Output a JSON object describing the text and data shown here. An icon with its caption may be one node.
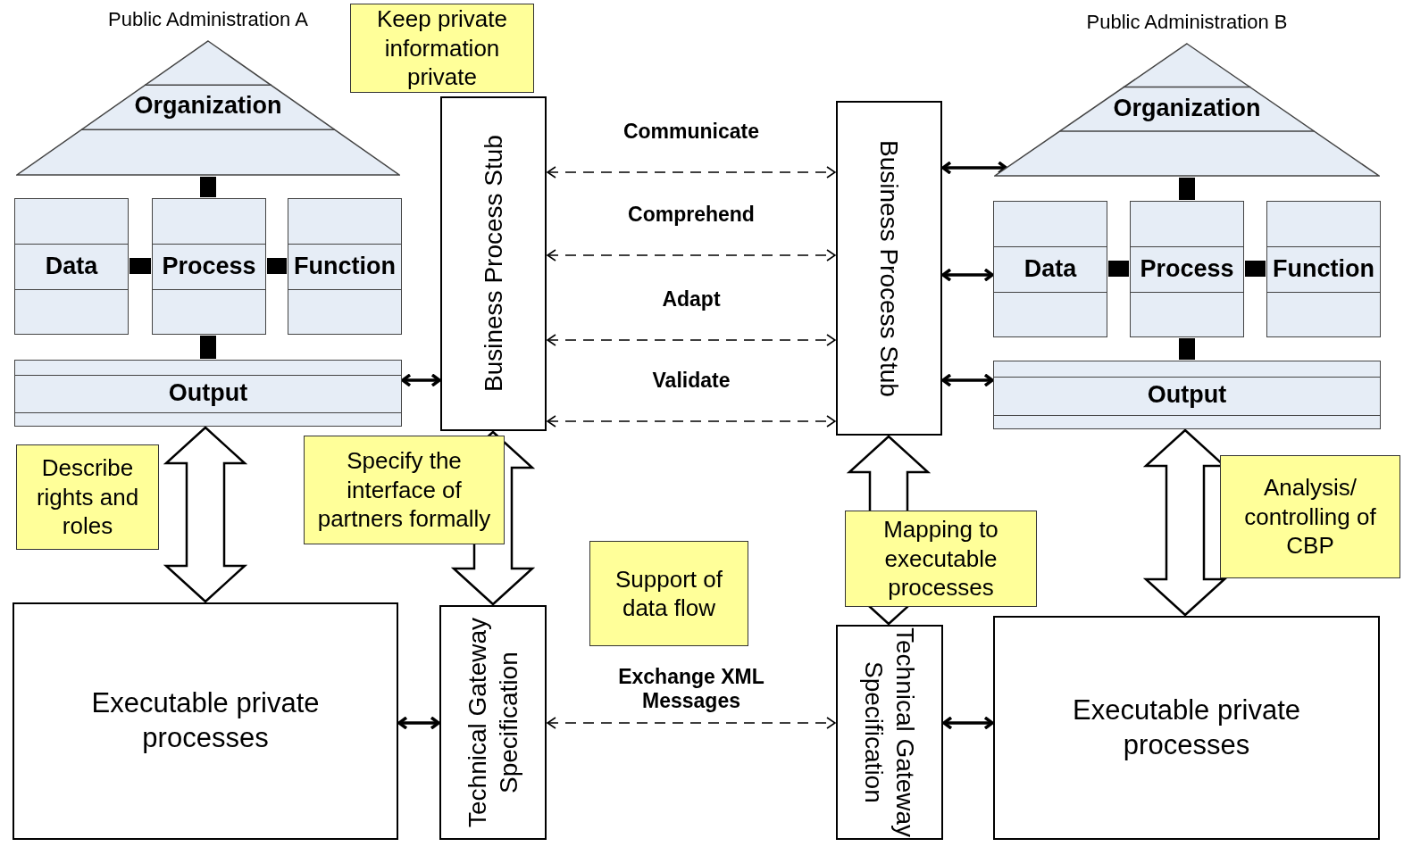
{
  "diagram": {
    "nodes": [
      {
        "text": [
          "Organization"
        ],
        "beside": [
          "Public Administration A"
        ]
      },
      {
        "text": [
          "Data"
        ]
      },
      {
        "text": [
          "Process"
        ]
      },
      {
        "text": [
          "Function"
        ]
      },
      {
        "text": [
          "Output"
        ]
      },
      {
        "text": [
          "Business Process Stub"
        ]
      },
      {
        "text": [
          "Executable private processes"
        ]
      },
      {
        "text": [
          "Technical Gateway Specification"
        ]
      },
      {
        "text": [
          "Organization"
        ],
        "beside": [
          "Public Administration B"
        ]
      },
      {
        "text": [
          "Data"
        ]
      },
      {
        "text": [
          "Process"
        ]
      },
      {
        "text": [
          "Function"
        ]
      },
      {
        "text": [
          "Output"
        ]
      },
      {
        "text": [
          "Business Process Stub"
        ]
      },
      {
        "text": [
          "Executable private processes"
        ]
      },
      {
        "text": [
          "Technical Gateway Specification"
        ]
      },
      {
        "text": [
          "Keep private information private"
        ]
      },
      {
        "text": [
          "Describe rights and roles"
        ]
      },
      {
        "text": [
          "Specify the interface of partners formally"
        ]
      },
      {
        "text": [
          "Support of data flow"
        ]
      },
      {
        "text": [
          "Mapping to executable processes"
        ]
      },
      {
        "text": [
          "Analysis/ controlling of CBP"
        ]
      }
    ],
    "edges": [
      {
        "from": 0,
        "to": 2,
        "arrow": "none",
        "style": "thick"
      },
      {
        "from": 1,
        "to": 2,
        "arrow": "none",
        "style": "thick"
      },
      {
        "from": 2,
        "to": 3,
        "arrow": "none",
        "style": "thick"
      },
      {
        "from": 2,
        "to": 4,
        "arrow": "none",
        "style": "thick"
      },
      {
        "from": 4,
        "to": 5,
        "arrow": "both"
      },
      {
        "from": 4,
        "to": 6,
        "arrow": "both",
        "style": "thick"
      },
      {
        "from": 5,
        "to": 7,
        "arrow": "both",
        "style": "thick"
      },
      {
        "from": 5,
        "to": 13,
        "arrow": "both",
        "style": "dashed",
        "label": "Communicate"
      },
      {
        "from": 5,
        "to": 13,
        "arrow": "both",
        "style": "dashed",
        "label": "Comprehend"
      },
      {
        "from": 5,
        "to": 13,
        "arrow": "both",
        "style": "dashed",
        "label": "Adapt"
      },
      {
        "from": 5,
        "to": 13,
        "arrow": "both",
        "style": "dashed",
        "label": "Validate"
      },
      {
        "from": 7,
        "to": 15,
        "arrow": "both",
        "style": "dashed",
        "label": "Exchange XML Messages"
      },
      {
        "from": 6,
        "to": 7,
        "arrow": "both"
      },
      {
        "from": 13,
        "to": 8,
        "arrow": "both"
      },
      {
        "from": 13,
        "to": 9,
        "arrow": "both"
      },
      {
        "from": 13,
        "to": 12,
        "arrow": "both"
      },
      {
        "from": 13,
        "to": 15,
        "arrow": "both",
        "style": "thick"
      },
      {
        "from": 12,
        "to": 14,
        "arrow": "both",
        "style": "thick"
      },
      {
        "from": 15,
        "to": 14,
        "arrow": "both"
      },
      {
        "from": 8,
        "to": 10,
        "arrow": "none",
        "style": "thick"
      },
      {
        "from": 9,
        "to": 10,
        "arrow": "none",
        "style": "thick"
      },
      {
        "from": 10,
        "to": 11,
        "arrow": "none",
        "style": "thick"
      },
      {
        "from": 10,
        "to": 12,
        "arrow": "none",
        "style": "thick"
      }
    ]
  }
}
